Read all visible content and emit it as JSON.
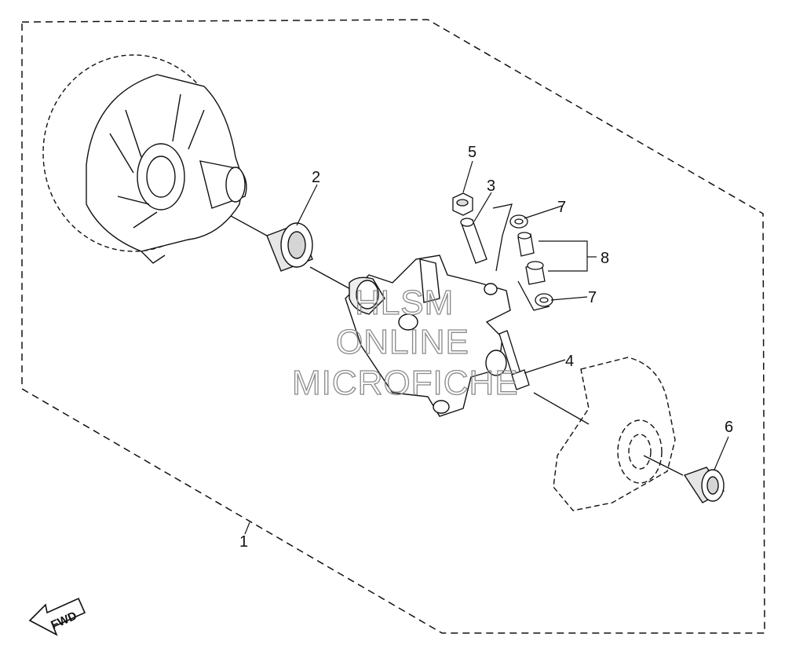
{
  "diagram": {
    "callouts": {
      "c1": "1",
      "c2": "2",
      "c3": "3",
      "c4": "4",
      "c5": "5",
      "c6": "6",
      "c7a": "7",
      "c7b": "7",
      "c8": "8"
    },
    "fwd_label": "FWD",
    "watermark": [
      "HLSM",
      "ONLINE",
      "MICROFICHE"
    ]
  }
}
